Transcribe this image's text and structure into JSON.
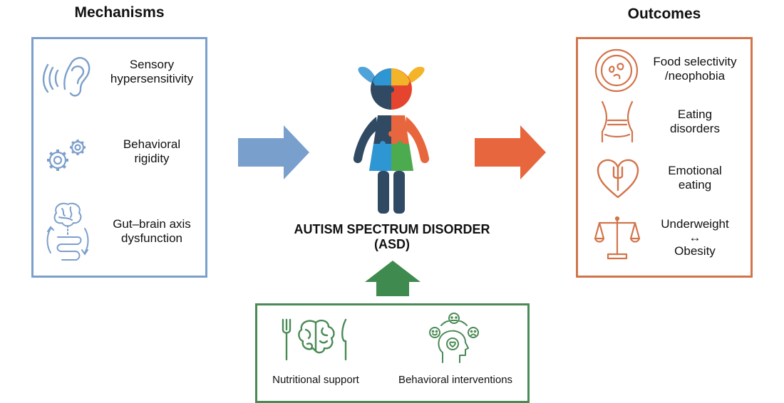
{
  "mechanisms": {
    "title": "Mechanisms",
    "items": [
      {
        "label_line1": "Sensory",
        "label_line2": "hypersensitivity",
        "icon": "ear-icon"
      },
      {
        "label_line1": "Behavioral",
        "label_line2": "rigidity",
        "icon": "gears-icon"
      },
      {
        "label_line1": "Gut–brain axis",
        "label_line2": "dysfunction",
        "icon": "gut-brain-icon"
      }
    ]
  },
  "outcomes": {
    "title": "Outcomes",
    "items": [
      {
        "label_line1": "Food selectivity",
        "label_line2": "/neophobia",
        "icon": "plate-icon"
      },
      {
        "label_line1": "Eating",
        "label_line2": "disorders",
        "icon": "body-waist-icon"
      },
      {
        "label_line1": "Emotional",
        "label_line2": "eating",
        "icon": "heart-fork-icon"
      },
      {
        "label_line1": "Underweight",
        "label_line2": "↔",
        "label_line3": "Obesity",
        "icon": "scale-icon"
      }
    ]
  },
  "center": {
    "title_line1": "AUTISM SPECTRUM DISORDER",
    "title_line2": "(ASD)"
  },
  "interventions": {
    "items": [
      {
        "label": "Nutritional support",
        "icon": "fork-brain-knife-icon"
      },
      {
        "label": "Behavioral interventions",
        "icon": "head-emotions-icon"
      }
    ]
  },
  "colors": {
    "mechanisms": "#7c9fcb",
    "outcomes": "#d2744a",
    "interventions": "#4a8a55",
    "arrow_blue": "#79a0cc",
    "arrow_orange": "#e8663d",
    "arrow_green": "#3f8a4e"
  }
}
